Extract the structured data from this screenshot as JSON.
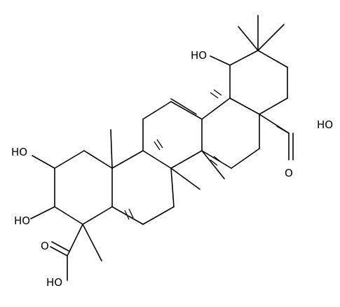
{
  "atom_labels": {
    "oh_c19": "HO",
    "oh_acid_right": "HO",
    "o_acid_right": "O",
    "oh_c2": "HO",
    "oh_c3": "HO",
    "o_acid_left": "O",
    "oh_acid_left": "HO"
  }
}
